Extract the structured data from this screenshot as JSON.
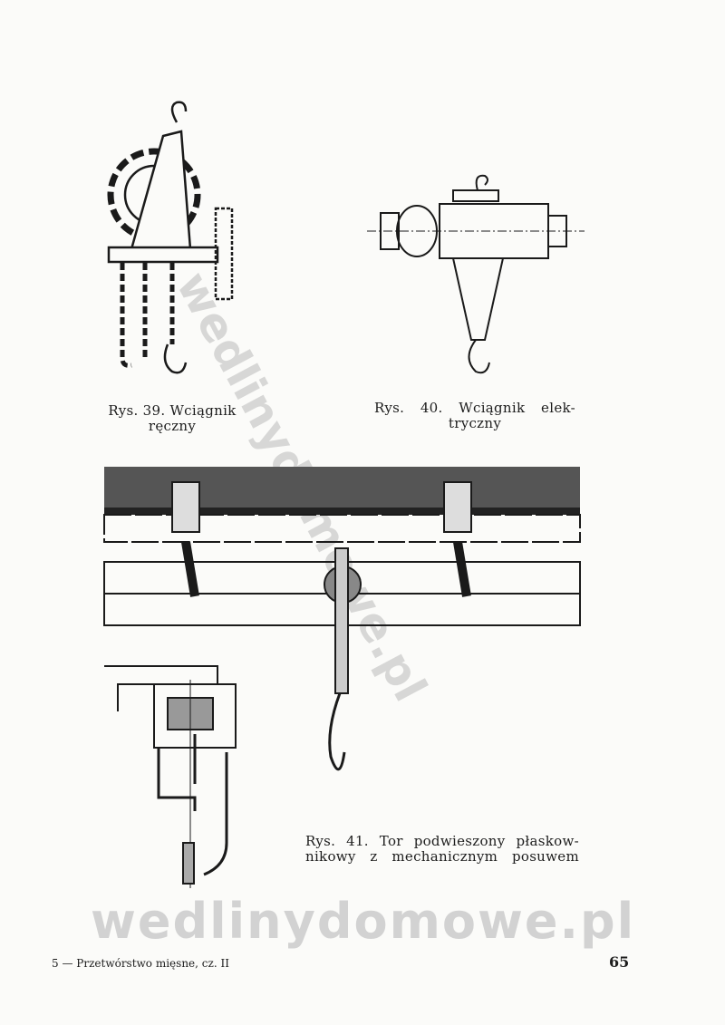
{
  "figures": [
    {
      "caption_line1": "Rys. 39. Wciągnik",
      "caption_line2": "ręczny"
    },
    {
      "caption_line1": "Rys.  40.  Wciągnik  elek-",
      "caption_line2": "tryczny"
    },
    {
      "caption_line1": "Rys. 41. Tor podwieszony płaskow-",
      "caption_line2": "nikowy z mechanicznym posuwem"
    }
  ],
  "footer": {
    "signature": "5 — Przetwórstwo mięsne, cz. II",
    "page_number": "65"
  },
  "watermark": "wedlinydomowe.pl"
}
